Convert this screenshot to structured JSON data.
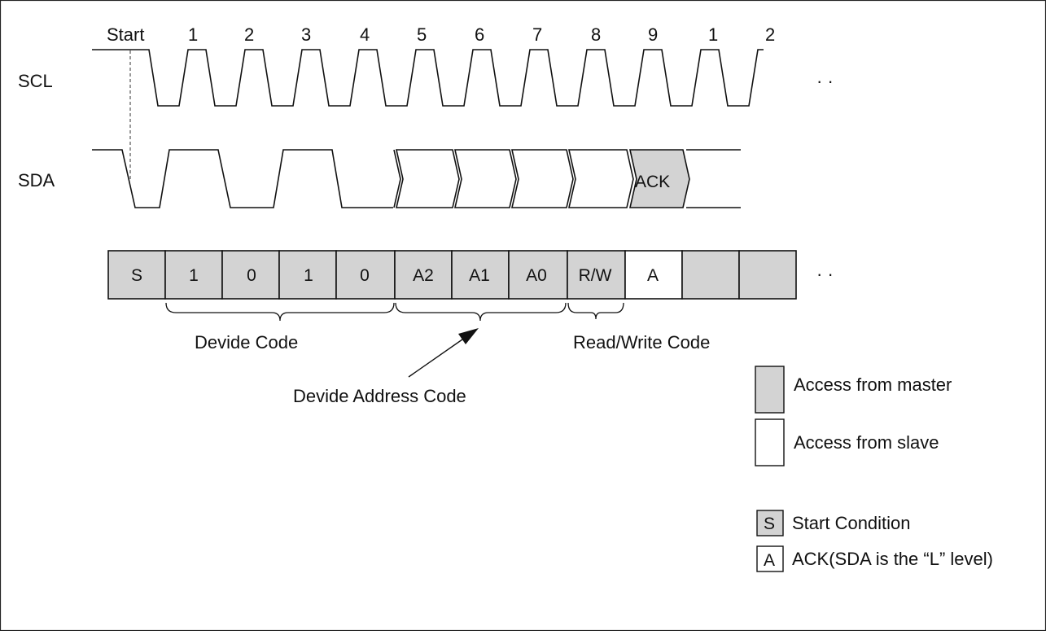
{
  "colors": {
    "master": "#d3d3d3",
    "slave": "#ffffff",
    "line": "#111111"
  },
  "signals": {
    "scl": "SCL",
    "sda": "SDA"
  },
  "clock_labels": [
    "Start",
    "1",
    "2",
    "3",
    "4",
    "5",
    "6",
    "7",
    "8",
    "9",
    "1",
    "2"
  ],
  "sda_ack": "ACK",
  "continuation": "· ·",
  "frame": {
    "cells": [
      {
        "text": "S",
        "owner": "master"
      },
      {
        "text": "1",
        "owner": "master"
      },
      {
        "text": "0",
        "owner": "master"
      },
      {
        "text": "1",
        "owner": "master"
      },
      {
        "text": "0",
        "owner": "master"
      },
      {
        "text": "A2",
        "owner": "master"
      },
      {
        "text": "A1",
        "owner": "master"
      },
      {
        "text": "A0",
        "owner": "master"
      },
      {
        "text": "R/W",
        "owner": "master"
      },
      {
        "text": "A",
        "owner": "slave"
      },
      {
        "text": "",
        "owner": "master"
      },
      {
        "text": "",
        "owner": "master"
      }
    ]
  },
  "groups": {
    "device_code": "Devide Code",
    "device_address_code": "Devide Address Code",
    "read_write_code": "Read/Write Code"
  },
  "legend": {
    "master": "Access from master",
    "slave": "Access from slave",
    "start_symbol": "S",
    "start": "Start Condition",
    "ack_symbol": "A",
    "ack": "ACK(SDA is the “L” level)"
  }
}
